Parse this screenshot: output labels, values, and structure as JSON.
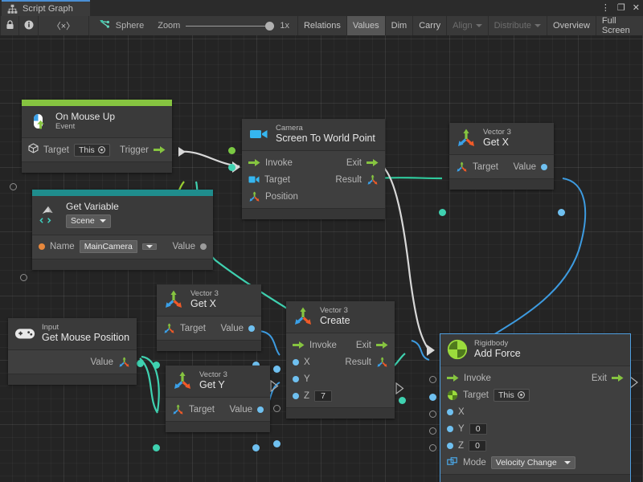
{
  "window": {
    "tab_label": "Script Graph",
    "tab_icon": "script-graph-icon",
    "buttons": {
      "menu": "⋮",
      "maximize": "❐",
      "close": "✕"
    }
  },
  "toolbar": {
    "lock_icon": "lock-icon",
    "info_icon": "info-icon",
    "code_icon": "code-icon",
    "code_label": "〈×〉",
    "target_icon": "hierarchy-icon",
    "target_label": "Sphere",
    "zoom_label": "Zoom",
    "zoom_value": "1x",
    "items": [
      {
        "label": "Relations",
        "state": "normal"
      },
      {
        "label": "Values",
        "state": "active"
      },
      {
        "label": "Dim",
        "state": "normal"
      },
      {
        "label": "Carry",
        "state": "normal"
      },
      {
        "label": "Align",
        "state": "disabled",
        "dropdown": true
      },
      {
        "label": "Distribute",
        "state": "disabled",
        "dropdown": true
      },
      {
        "label": "Overview",
        "state": "normal"
      },
      {
        "label": "Full Screen",
        "state": "normal"
      }
    ]
  },
  "nodes": {
    "on_mouse_up": {
      "accent": "#86c440",
      "subtitle": "On Mouse Up",
      "title": "Event",
      "icon": "mouse-up-icon",
      "target_label": "Target",
      "target_value": "This",
      "trigger_label": "Trigger"
    },
    "get_variable": {
      "accent": "#1f8d8d",
      "subtitle": "Get Variable",
      "scope": "Scene",
      "icon": "variable-icon",
      "name_label": "Name",
      "name_value": "MainCamera",
      "value_label": "Value"
    },
    "screen_to_world": {
      "subtitle": "Camera",
      "title": "Screen To World Point",
      "icon": "camera-icon",
      "invoke_label": "Invoke",
      "exit_label": "Exit",
      "target_label": "Target",
      "result_label": "Result",
      "position_label": "Position"
    },
    "vector3_getx_top": {
      "subtitle": "Vector 3",
      "title": "Get X",
      "icon": "vector3-icon",
      "target_label": "Target",
      "value_label": "Value"
    },
    "input_mouse": {
      "subtitle": "Input",
      "title": "Get Mouse Position",
      "icon": "gamepad-icon",
      "value_label": "Value"
    },
    "vector3_getx_mid": {
      "subtitle": "Vector 3",
      "title": "Get X",
      "icon": "vector3-icon",
      "target_label": "Target",
      "value_label": "Value"
    },
    "vector3_gety_mid": {
      "subtitle": "Vector 3",
      "title": "Get Y",
      "icon": "vector3-icon",
      "target_label": "Target",
      "value_label": "Value"
    },
    "vector3_create": {
      "subtitle": "Vector 3",
      "title": "Create",
      "icon": "vector3-icon",
      "invoke_label": "Invoke",
      "exit_label": "Exit",
      "x_label": "X",
      "y_label": "Y",
      "z_label": "Z",
      "z_value": "7",
      "result_label": "Result"
    },
    "add_force": {
      "subtitle": "Rigidbody",
      "title": "Add Force",
      "icon": "rigidbody-icon",
      "selected": true,
      "invoke_label": "Invoke",
      "exit_label": "Exit",
      "target_label": "Target",
      "target_value": "This",
      "x_label": "X",
      "y_label": "Y",
      "y_value": "0",
      "z_label": "Z",
      "z_value": "0",
      "mode_label": "Mode",
      "mode_value": "Velocity Change"
    }
  },
  "colors": {
    "accent_green": "#86c440",
    "accent_teal": "#1f8d8d",
    "wire_control": "#d8d8d8",
    "wire_green": "#9acd32",
    "wire_teal": "#3fd1b0",
    "wire_blue": "#3d9be0",
    "selection": "#4f9fe0",
    "canvas_bg": "#242424",
    "node_bg": "#3f3f3f"
  }
}
